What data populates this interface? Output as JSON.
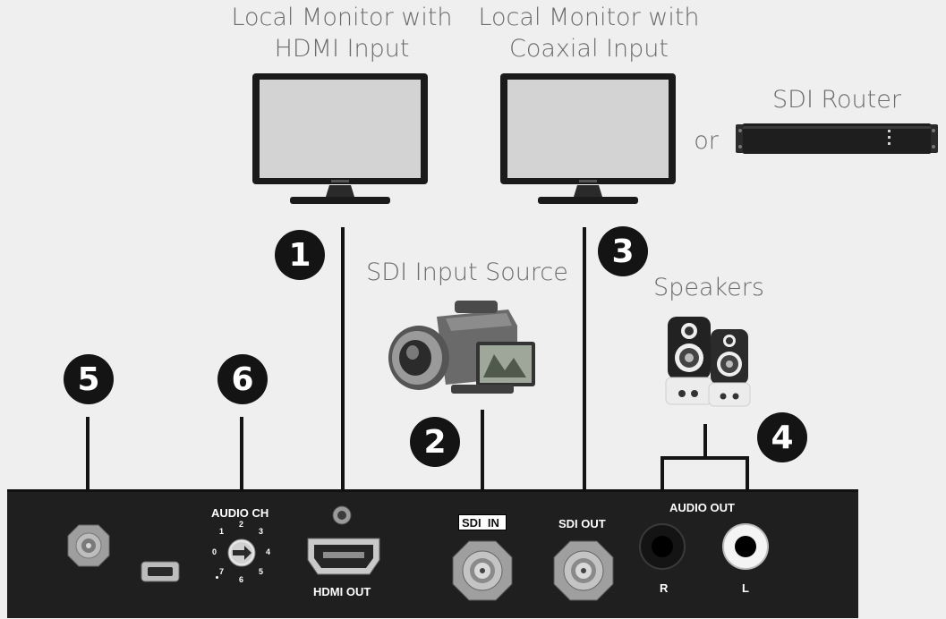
{
  "labels": {
    "hdmi_monitor_line1": "Local Monitor with",
    "hdmi_monitor_line2": "HDMI Input",
    "coax_monitor_line1": "Local Monitor with",
    "coax_monitor_line2": "Coaxial Input",
    "sdi_router": "SDI Router",
    "or": "or",
    "sdi_input_source": "SDI Input Source",
    "speakers": "Speakers"
  },
  "badges": {
    "b1": "1",
    "b2": "2",
    "b3": "3",
    "b4": "4",
    "b5": "5",
    "b6": "6"
  },
  "panel": {
    "audio_ch": "AUDIO CH",
    "hdmi_out": "HDMI OUT",
    "sdi_in": "SDI  IN",
    "sdi_out": "SDI OUT",
    "audio_out": "AUDIO OUT",
    "r": "R",
    "l": "L",
    "dial_numbers": [
      "0",
      "1",
      "2",
      "3",
      "4",
      "5",
      "6",
      "7"
    ]
  },
  "colors": {
    "background": "#efefef",
    "panel": "#1f1f1f",
    "badge": "#141414",
    "label_text": "#6b6b6b"
  }
}
